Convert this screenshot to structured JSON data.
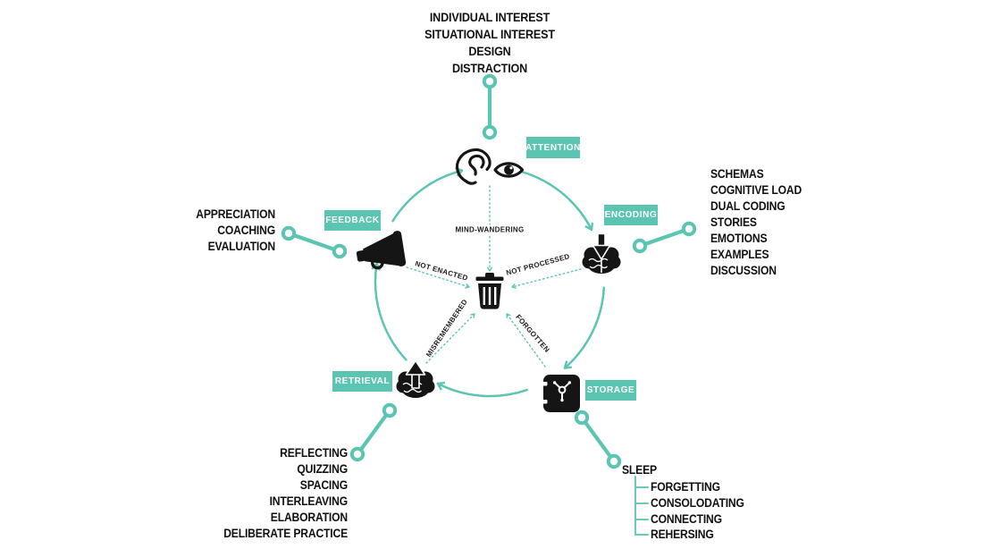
{
  "colors": {
    "teal": "#5BC5B2",
    "teal_light": "#6CCABB",
    "ink": "#111111"
  },
  "stages": {
    "attention": {
      "label": "ATTENTION",
      "factors": [
        "INDIVIDUAL INTEREST",
        "SITUATIONAL INTEREST",
        "DESIGN",
        "DISTRACTION"
      ]
    },
    "encoding": {
      "label": "ENCODING",
      "factors": [
        "SCHEMAS",
        "COGNITIVE LOAD",
        "DUAL CODING",
        "STORIES",
        "EMOTIONS",
        "EXAMPLES",
        "DISCUSSION"
      ]
    },
    "storage": {
      "label": "STORAGE",
      "factors": [
        "SLEEP"
      ],
      "subfactors": [
        "FORGETTING",
        "CONSOLODATING",
        "CONNECTING",
        "REHERSING"
      ]
    },
    "retrieval": {
      "label": "RETRIEVAL",
      "factors": [
        "REFLECTING",
        "QUIZZING",
        "SPACING",
        "INTERLEAVING",
        "ELABORATION",
        "DELIBERATE PRACTICE"
      ]
    },
    "feedback": {
      "label": "FEEDBACK",
      "factors": [
        "APPRECIATION",
        "COACHING",
        "EVALUATION"
      ]
    }
  },
  "center": {
    "mind_wandering": "MIND-WANDERING",
    "not_processed": "NOT PROCESSED",
    "not_enacted": "NOT ENACTED",
    "misremembered": "MISREMEMBERED",
    "forgotten": "FORGOTTEN"
  },
  "icons": {
    "attention": [
      "ear-icon",
      "eye-icon"
    ],
    "encoding": "brain-encode-icon",
    "storage": "safe-icon",
    "retrieval": "brain-retrieve-icon",
    "feedback": "megaphone-icon",
    "center": "trash-icon"
  }
}
